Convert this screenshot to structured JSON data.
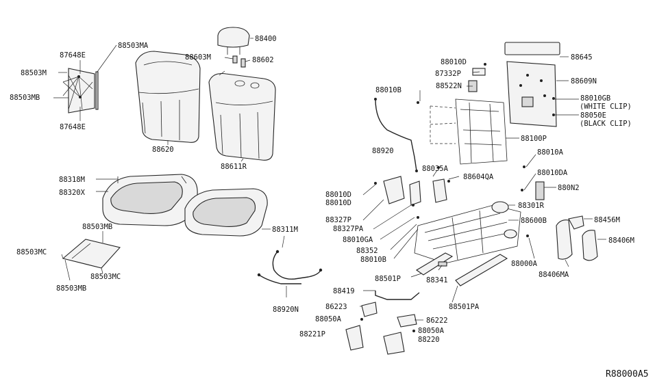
{
  "diagram_ref": "R88000A5",
  "labels": {
    "l88503MA": "88503MA",
    "l87648E_top": "87648E",
    "l88503M": "88503M",
    "l88503MB_left": "88503MB",
    "l87648E_bottom": "87648E",
    "l88620": "88620",
    "l88400": "88400",
    "l88603M": "88603M",
    "l88602": "88602",
    "l88611R": "88611R",
    "l88318M": "88318M",
    "l88320X": "88320X",
    "l88503MB_mid": "88503MB",
    "l88503MC_a": "88503MC",
    "l88503MC_b": "88503MC",
    "l88503MB_bottom": "88503MB",
    "l88311M": "88311M",
    "l88920N": "88920N",
    "l88010D_top": "88010D",
    "l87332P": "87332P",
    "l88522N": "88522N",
    "l88010B_top": "88010B",
    "l88920": "88920",
    "l88100P": "88100P",
    "l88645": "88645",
    "l88609N": "88609N",
    "l88010GB": "88010GB",
    "l_white_clip": "(WHITE CLIP)",
    "l88050E": "88050E",
    "l_black_clip": "(BLACK CLIP)",
    "l88010A": "88010A",
    "l88010DA": "88010DA",
    "l880N2": "880N2",
    "l88035A": "88035A",
    "l88604QA": "88604QA",
    "l88010D_mid": "88010D",
    "l88010D_mid2": "88010D",
    "l88301R": "88301R",
    "l88327P": "88327P",
    "l88327PA": "88327PA",
    "l88600B": "88600B",
    "l88456M": "88456M",
    "l88010GA": "88010GA",
    "l88352": "88352",
    "l88010B_bottom": "88010B",
    "l88406M": "88406M",
    "l88000A": "88000A",
    "l88406MA": "88406MA",
    "l88501P": "88501P",
    "l88341": "88341",
    "l88419": "88419",
    "l88501PA": "88501PA",
    "l86223": "86223",
    "l88050A_left": "88050A",
    "l88221P": "88221P",
    "l86222": "86222",
    "l88050A_right": "88050A",
    "l88220": "88220"
  }
}
